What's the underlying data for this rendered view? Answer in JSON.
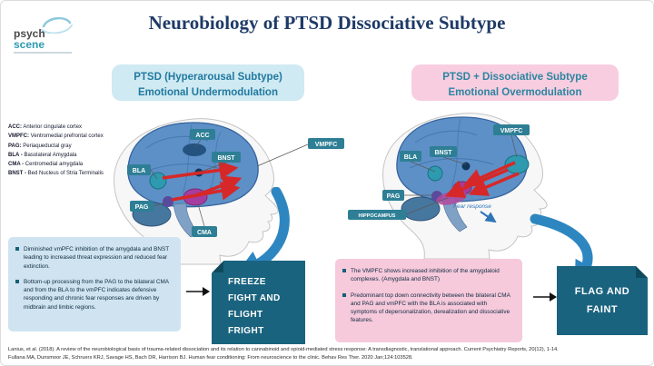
{
  "title": "Neurobiology of PTSD Dissociative Subtype",
  "logo": {
    "word1": "psych",
    "word2": "scene"
  },
  "legend": [
    {
      "abbr": "ACC:",
      "desc": "Anterior cingulate cortex"
    },
    {
      "abbr": "VMPFC:",
      "desc": "Ventromedial prefrontal cortex"
    },
    {
      "abbr": "PAG:",
      "desc": "Periaqueductal gray"
    },
    {
      "abbr": "BLA -",
      "desc": "Basolateral Amygdala"
    },
    {
      "abbr": "CMA -",
      "desc": "Centromedial amygdala"
    },
    {
      "abbr": "BNST -",
      "desc": "Bed Nucleus of Stria Terminalis"
    }
  ],
  "left": {
    "header1": "PTSD (Hyperarousal Subtype)",
    "header2": "Emotional Undermodulation",
    "labels": [
      "ACC",
      "BNST",
      "VMPFC",
      "BLA",
      "PAG",
      "CMA"
    ],
    "bullets": [
      "Diminished vmPFC inhibition of the amygdala and BNST leading to increased threat expression and reduced fear extinction.",
      "Bottom-up processing from the PAG to the bilateral CMA and from the BLA to the vmPFC indicates defensive responding and chronic fear responses are driven by midbrain and limbic regions."
    ],
    "outcome": [
      "FREEZE",
      "FIGHT AND",
      "FLIGHT",
      "FRIGHT"
    ]
  },
  "right": {
    "header1": "PTSD + Dissociative Subtype",
    "header2": "Emotional Overmodulation",
    "labels": [
      "VMPFC",
      "BNST",
      "BLA",
      "PAG",
      "HIPPOCAMPUS"
    ],
    "fear_response": "Fear response",
    "bullets": [
      "The VMPFC shows increased inhibition of the amygdaloid complexes. (Amygdala and BNST)",
      "Predominant top down connectivity between the bilateral CMA and PAG and vmPFC with the BLA is associated with symptoms of depersonalization, derealization and dissociative features."
    ],
    "outcome": [
      "FLAG AND",
      "FAINT"
    ]
  },
  "citations": [
    "Lanius, et al. (2018). A review of the neurobiological basis of trauma-related dissociation and its relation to cannabinoid and opioid-mediated stress response: A transdiagnostic, translational approach. Current Psychiatry Reports, 20(12), 1-14.",
    "Fullana MA, Dunsmoor JE, Schruers KRJ, Savage HS, Bach DR, Harrison BJ. Human fear conditioning: From neuroscience to the clinic. Behav Res Ther. 2020 Jan;124:103528."
  ],
  "colors": {
    "title": "#1e3a67",
    "teal_label": "#2e7f95",
    "left_header_bg": "#cfeaf2",
    "right_header_bg": "#f8cde0",
    "left_box_bg": "#cfe4f0",
    "right_box_bg": "#f6c9db",
    "outcome_bg": "#1a637f",
    "arrow_blue": "#2e86c1",
    "red_arrow": "#d62828"
  }
}
